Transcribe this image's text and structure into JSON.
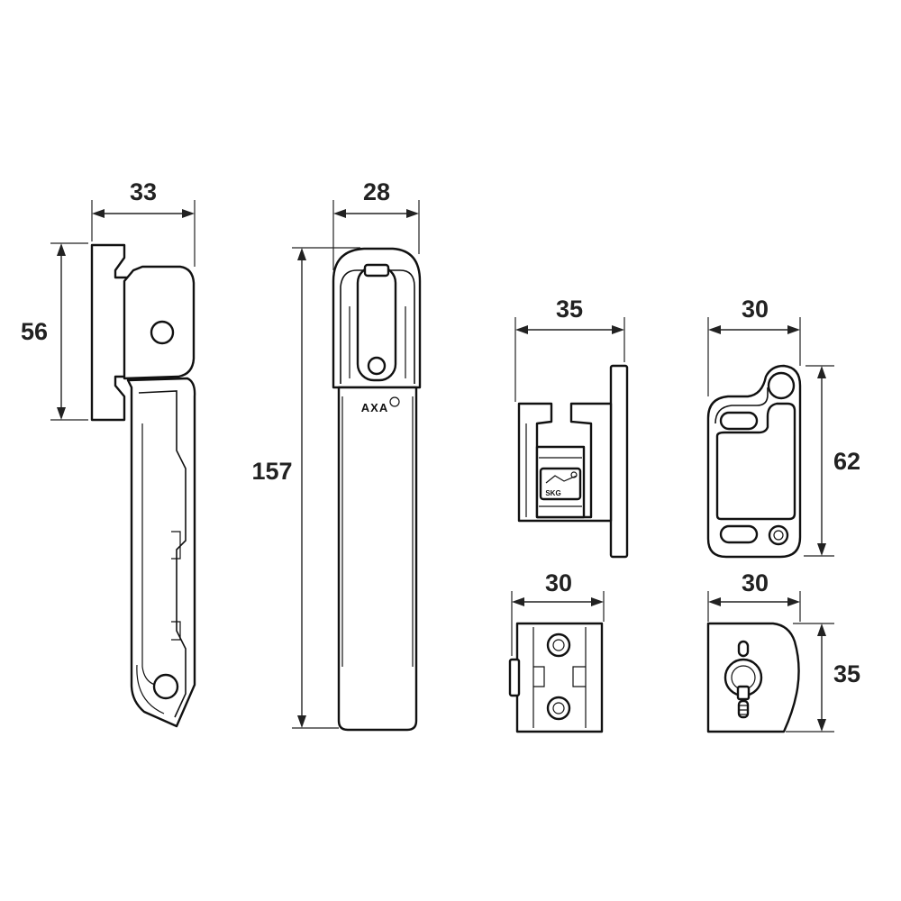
{
  "dimensions": {
    "handle_side_width": "33",
    "handle_side_height": "56",
    "handle_front_width": "28",
    "handle_front_height": "157",
    "keep_side_width": "35",
    "keep_front_width": "30",
    "keep_front_height": "62",
    "wedge_side_width": "30",
    "wedge_front_width": "30",
    "wedge_front_height": "35"
  },
  "marks": {
    "brand_logo": "AXA",
    "certification": "SKG"
  },
  "colors": {
    "line": "#111111",
    "background": "#ffffff"
  }
}
